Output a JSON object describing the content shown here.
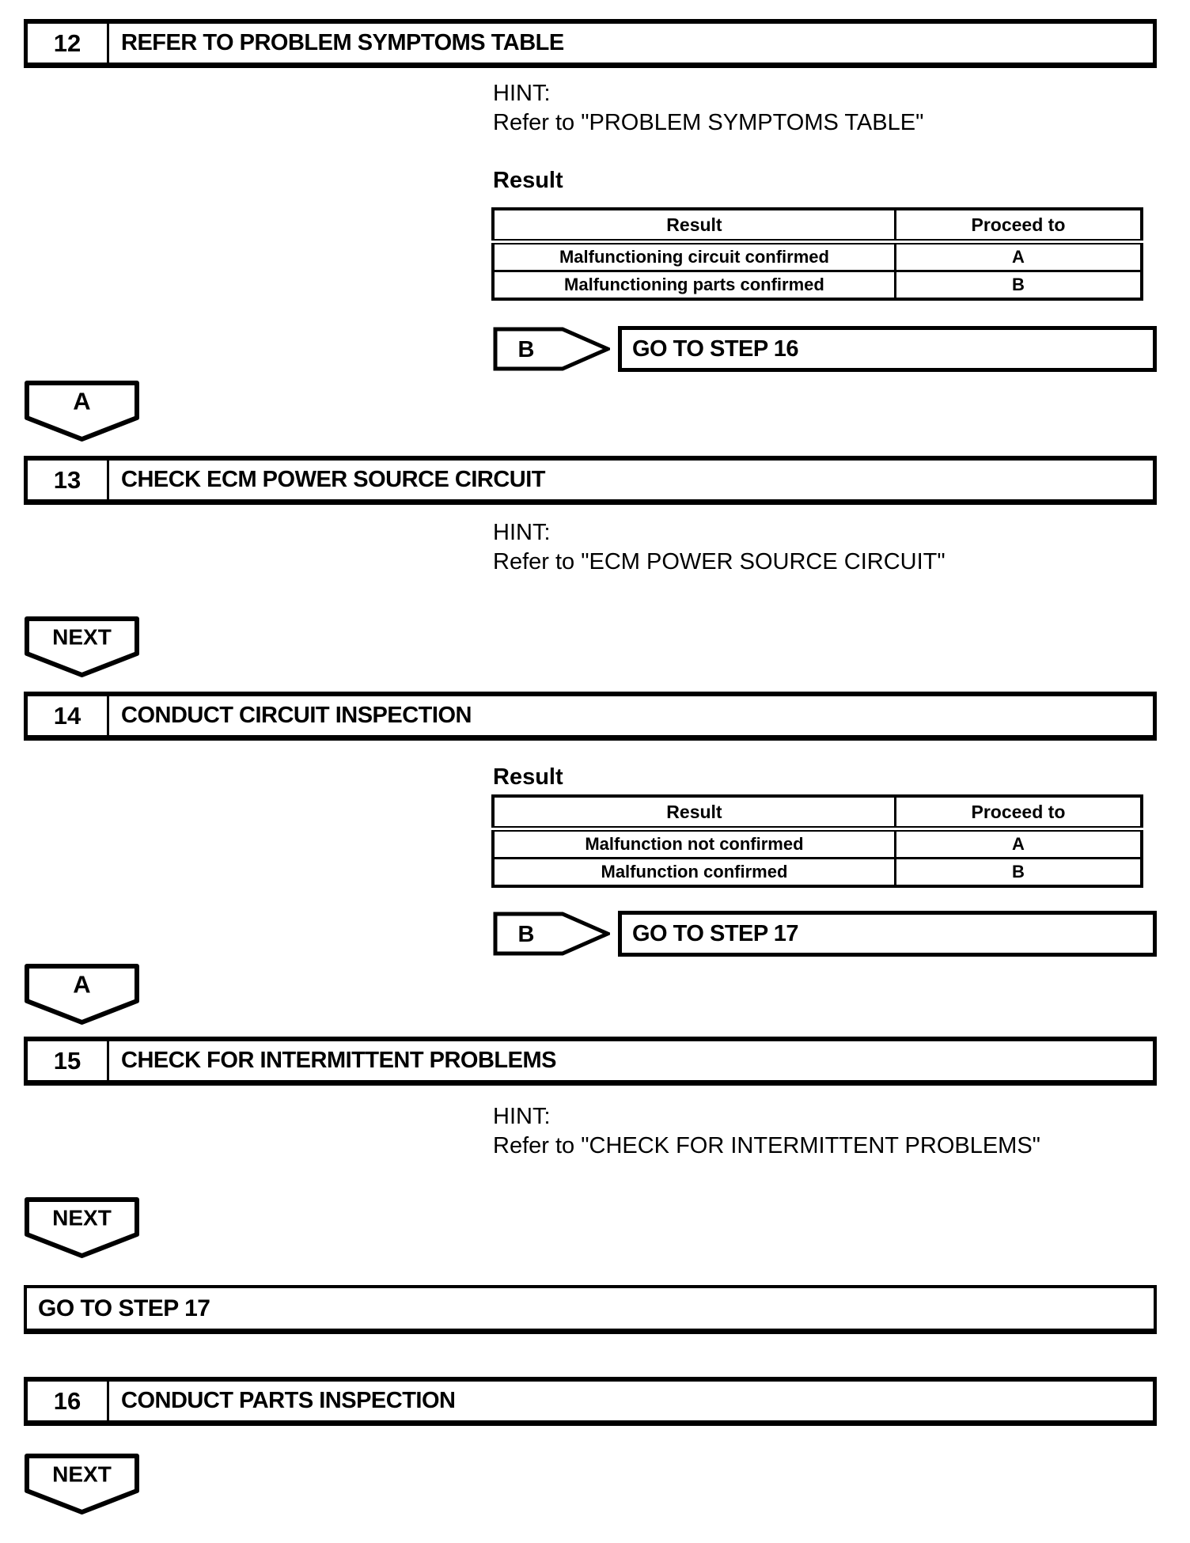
{
  "steps": [
    {
      "number": "12",
      "title": "REFER TO PROBLEM SYMPTOMS TABLE"
    },
    {
      "number": "13",
      "title": "CHECK ECM POWER SOURCE CIRCUIT"
    },
    {
      "number": "14",
      "title": "CONDUCT CIRCUIT INSPECTION"
    },
    {
      "number": "15",
      "title": "CHECK FOR INTERMITTENT PROBLEMS"
    },
    {
      "number": "16",
      "title": "CONDUCT PARTS INSPECTION"
    }
  ],
  "hints": [
    {
      "label": "HINT:",
      "text": "Refer to \"PROBLEM SYMPTOMS TABLE\""
    },
    {
      "label": "HINT:",
      "text": "Refer to \"ECM POWER SOURCE CIRCUIT\""
    },
    {
      "label": "HINT:",
      "text": "Refer to \"CHECK FOR INTERMITTENT PROBLEMS\""
    }
  ],
  "result_sections": [
    {
      "heading": "Result",
      "headers": [
        "Result",
        "Proceed to"
      ],
      "rows": [
        [
          "Malfunctioning circuit confirmed",
          "A"
        ],
        [
          "Malfunctioning parts confirmed",
          "B"
        ]
      ],
      "branch_label": "B",
      "branch_action": "GO TO STEP 16"
    },
    {
      "heading": "Result",
      "headers": [
        "Result",
        "Proceed to"
      ],
      "rows": [
        [
          "Malfunction not confirmed",
          "A"
        ],
        [
          "Malfunction confirmed",
          "B"
        ]
      ],
      "branch_label": "B",
      "branch_action": "GO TO STEP 17"
    }
  ],
  "connectors": {
    "a_label": "A",
    "next_label": "NEXT"
  },
  "goto_box": {
    "text": "GO TO STEP 17"
  },
  "colors": {
    "ink": "#000000",
    "paper": "#ffffff"
  }
}
